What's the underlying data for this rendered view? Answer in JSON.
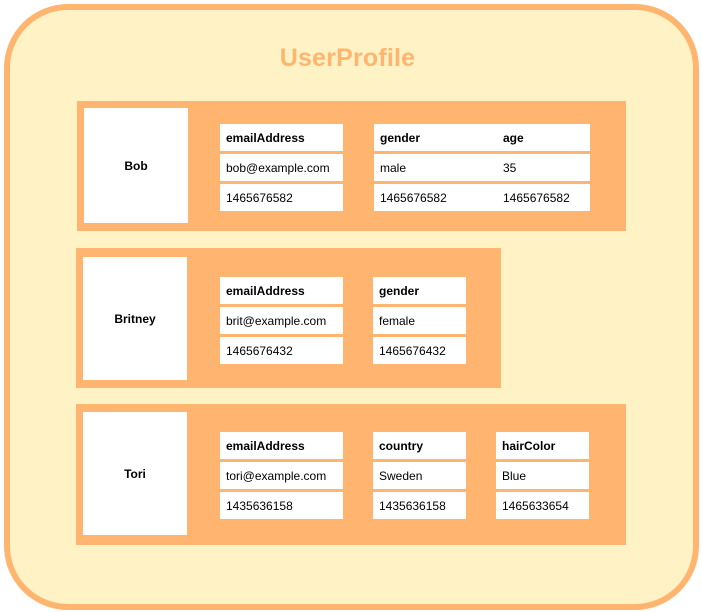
{
  "colors": {
    "background": "#fff2c4",
    "border": "#ffb570",
    "record_fill": "#ffb570",
    "cell_fill": "#ffffff",
    "title_color": "#ffb570"
  },
  "title": "UserProfile",
  "records": [
    {
      "name": "Bob",
      "columns": [
        {
          "header": "emailAddress",
          "value": "bob@example.com",
          "timestamp": "1465676582"
        },
        {
          "header": "gender",
          "value": "male",
          "timestamp": "1465676582"
        },
        {
          "header": "age",
          "value": "35",
          "timestamp": "1465676582"
        }
      ]
    },
    {
      "name": "Britney",
      "columns": [
        {
          "header": "emailAddress",
          "value": "brit@example.com",
          "timestamp": "1465676432"
        },
        {
          "header": "gender",
          "value": "female",
          "timestamp": "1465676432"
        }
      ]
    },
    {
      "name": "Tori",
      "columns": [
        {
          "header": "emailAddress",
          "value": "tori@example.com",
          "timestamp": "1435636158"
        },
        {
          "header": "country",
          "value": "Sweden",
          "timestamp": "1435636158"
        },
        {
          "header": "hairColor",
          "value": "Blue",
          "timestamp": "1465633654"
        }
      ]
    }
  ]
}
